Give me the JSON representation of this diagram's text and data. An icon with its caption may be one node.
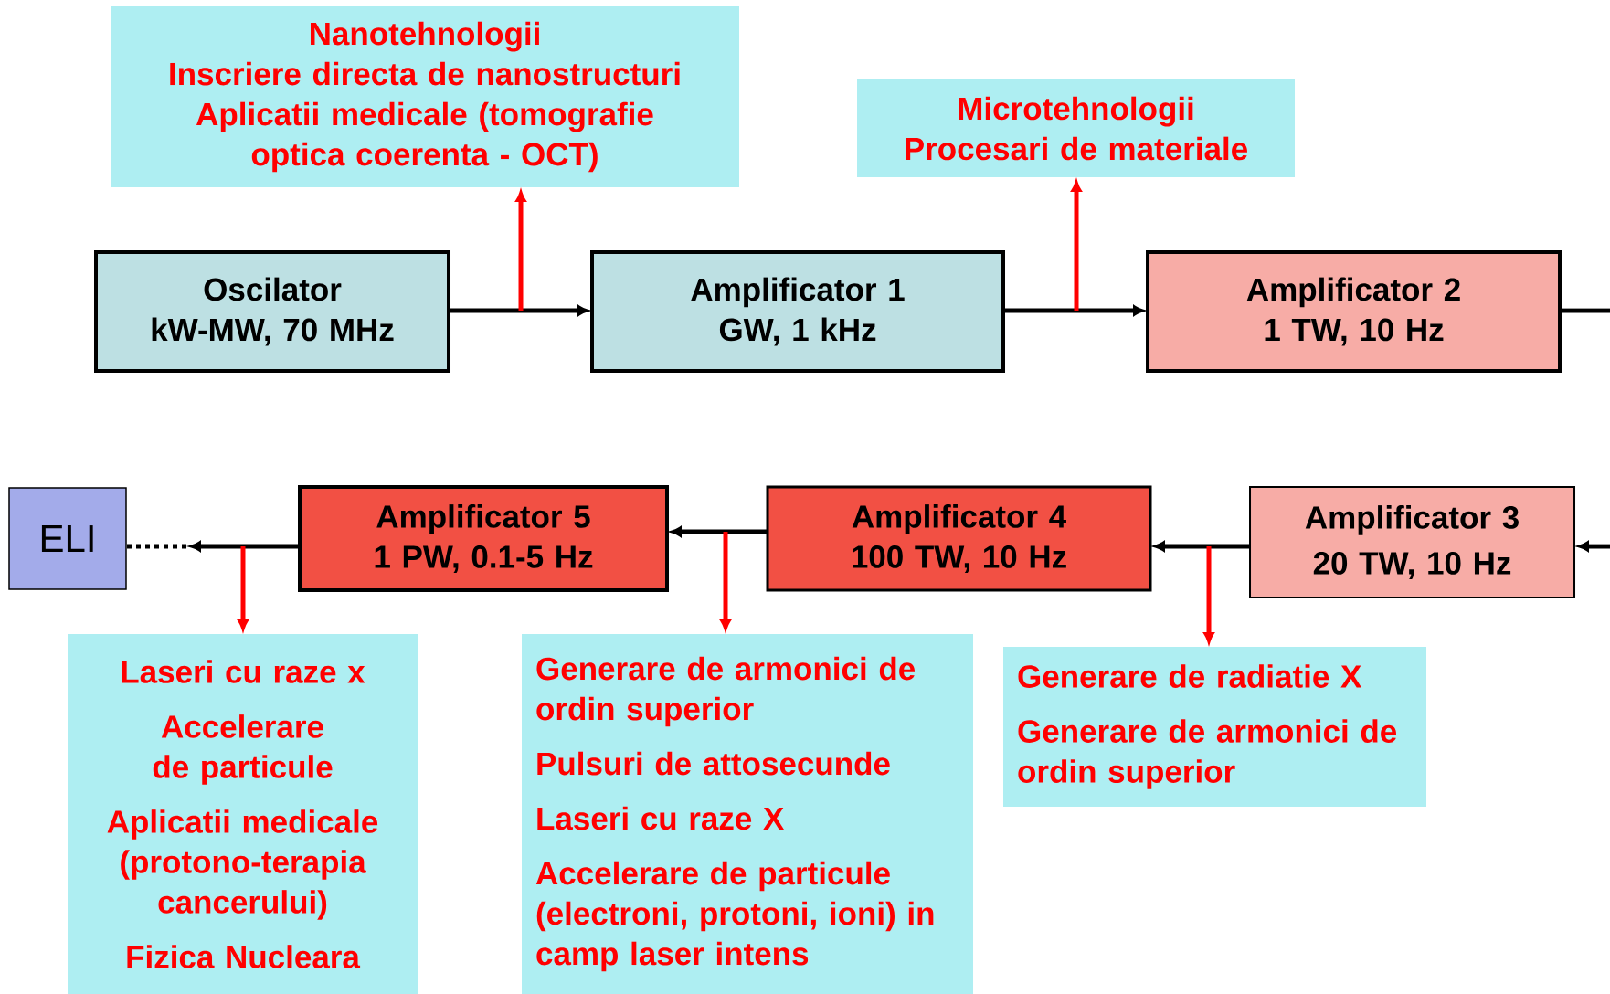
{
  "diagram": {
    "nodes": [
      {
        "text": [
          "Nanotehnologii",
          "Inscriere directa de nanostructuri",
          "Aplicatii medicale (tomografie optica coerenta - OCT)"
        ]
      },
      {
        "text": [
          "Microtehnologii",
          "Procesari de materiale"
        ]
      },
      {
        "text": [
          "Oscilator",
          "kW-MW, 70 MHz"
        ]
      },
      {
        "text": [
          "Amplificator 1",
          "GW, 1 kHz"
        ]
      },
      {
        "text": [
          "Amplificator 2",
          "1 TW, 10 Hz"
        ]
      },
      {
        "text": [
          "Amplificator 3",
          "20 TW, 10 Hz"
        ]
      },
      {
        "text": [
          "Amplificator 4",
          "100 TW, 10 Hz"
        ]
      },
      {
        "text": [
          "Amplificator 5",
          "1 PW, 0.1-5 Hz"
        ]
      },
      {
        "text": [
          "ELI"
        ]
      },
      {
        "text": [
          "Laseri cu raze x",
          "Accelerare de particule",
          "Aplicatii medicale (protono-terapia cancerului)",
          "Fizica Nucleara"
        ]
      },
      {
        "text": [
          "Generare de armonici de ordin superior",
          "Pulsuri de attosecunde",
          "Laseri cu raze X",
          "Accelerare de particule (electroni, protoni, ioni) in camp laser intens"
        ]
      },
      {
        "text": [
          "Generare de radiatie X",
          "Generare de armonici de ordin superior"
        ]
      }
    ],
    "edges": [
      {
        "from": 2,
        "to": 3,
        "arrow": "to"
      },
      {
        "from": 3,
        "to": 4,
        "arrow": "to"
      },
      {
        "from": 4,
        "to": null,
        "arrow": "none"
      },
      {
        "from": null,
        "to": 5,
        "arrow": "to"
      },
      {
        "from": 5,
        "to": 6,
        "arrow": "to"
      },
      {
        "from": 6,
        "to": 7,
        "arrow": "to"
      },
      {
        "from": 7,
        "to": null,
        "arrow": "to"
      },
      {
        "from": null,
        "to": 8,
        "arrow": "none",
        "style": "dashed"
      },
      {
        "from": null,
        "to": 0,
        "arrow": "to",
        "color": "#ff0000"
      },
      {
        "from": null,
        "to": 1,
        "arrow": "to",
        "color": "#ff0000"
      },
      {
        "from": null,
        "to": 9,
        "arrow": "to",
        "color": "#ff0000"
      },
      {
        "from": null,
        "to": 10,
        "arrow": "to",
        "color": "#ff0000"
      },
      {
        "from": null,
        "to": 11,
        "arrow": "to",
        "color": "#ff0000"
      }
    ]
  }
}
